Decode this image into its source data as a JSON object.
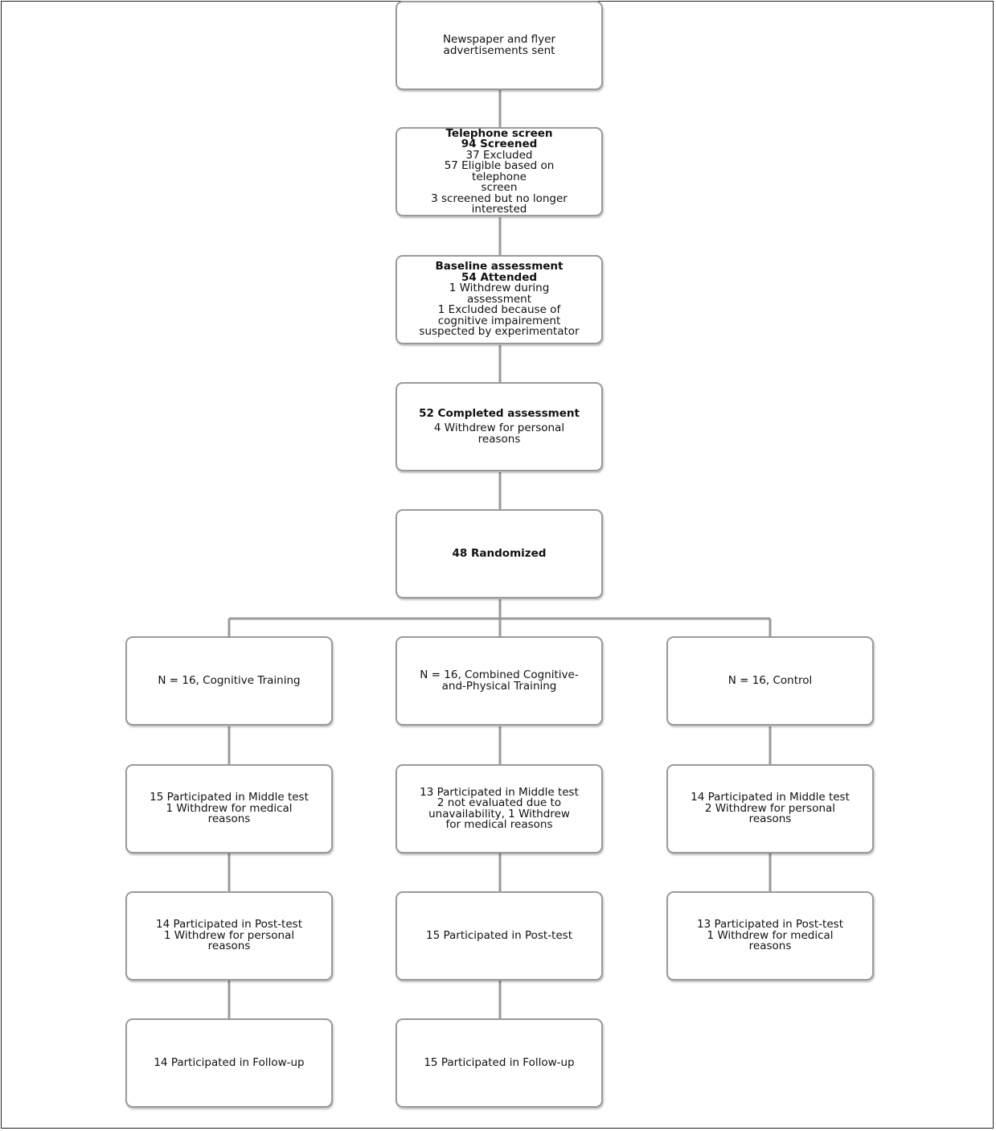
{
  "flow": {
    "ads": {
      "lines": "Newspaper and flyer\nadvertisements sent"
    },
    "telephone": {
      "title": "Telephone screen",
      "screened": "94 Screened",
      "details": "37 Excluded\n57 Eligible based on\ntelephone\nscreen\n3 screened but no longer\ninterested"
    },
    "baseline": {
      "title": "Baseline assessment",
      "attended": "54 Attended",
      "details": "1 Withdrew during\nassessment\n1 Excluded because of\ncognitive impairement\nsuspected by experimentator"
    },
    "completed": {
      "title": "52 Completed assessment",
      "details": "4 Withdrew for personal\nreasons"
    },
    "randomized": {
      "title": "48 Randomized"
    },
    "arms": [
      {
        "group": "N = 16, Cognitive Training",
        "middle": "15 Participated in Middle test\n1 Withdrew for medical\nreasons",
        "post": "14 Participated in Post-test\n1 Withdrew for personal\nreasons",
        "followup": "14 Participated in Follow-up"
      },
      {
        "group": "N = 16, Combined Cognitive-\nand-Physical Training",
        "middle": "13 Participated in Middle test\n2 not evaluated due to\nunavailability, 1 Withdrew\nfor medical reasons",
        "post": "15 Participated in Post-test",
        "followup": "15 Participated in Follow-up"
      },
      {
        "group": "N = 16, Control",
        "middle": "14 Participated in Middle test\n2 Withdrew  for personal\nreasons",
        "post": "13 Participated in Post-test\n1 Withdrew for medical\nreasons"
      }
    ]
  }
}
